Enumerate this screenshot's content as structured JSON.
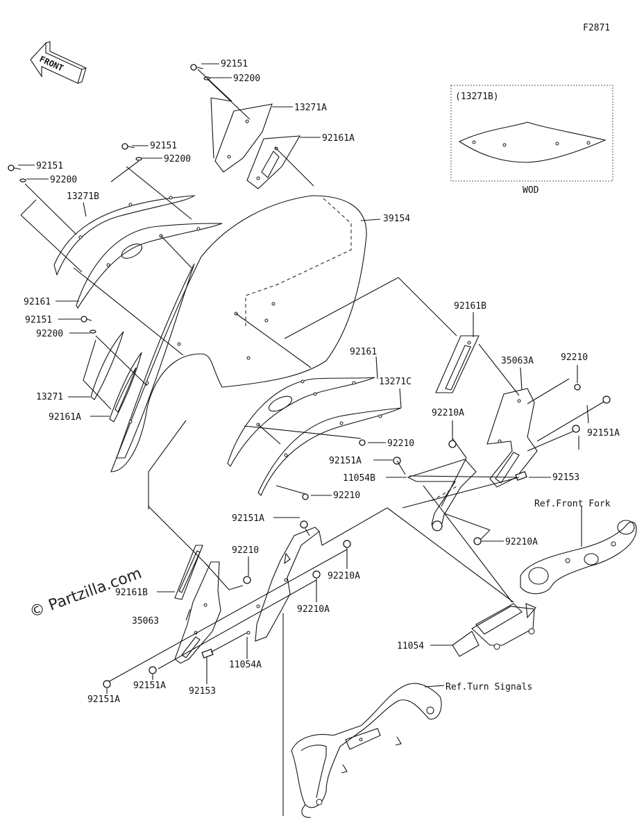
{
  "figure_id": "F2871",
  "front_label": "FRONT",
  "watermark": "© Partzilla.com",
  "variant_box": {
    "label": "(13271B)",
    "caption": "WOD"
  },
  "callouts": [
    "92151",
    "92200",
    "13271A",
    "92161A",
    "92151",
    "92200",
    "92151",
    "92200",
    "13271B",
    "39154",
    "92161",
    "92151",
    "92200",
    "13271",
    "92161A",
    "92161B",
    "35063A",
    "92210",
    "92161",
    "13271C",
    "92210",
    "92210",
    "92210A",
    "92151A",
    "92151A",
    "11054B",
    "92153",
    "Ref.Front Fork",
    "92210A",
    "92151A",
    "92210",
    "92161B",
    "92210A",
    "92210A",
    "35063",
    "11054A",
    "92153",
    "11054",
    "92151A",
    "92151A",
    "Ref.Turn Signals"
  ]
}
